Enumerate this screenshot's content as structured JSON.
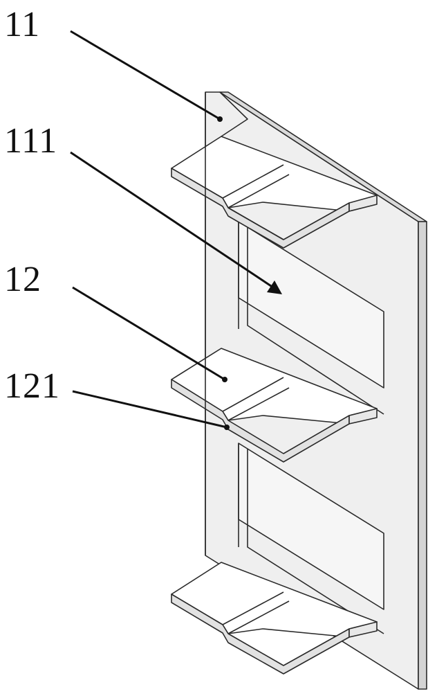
{
  "labels": {
    "part_11": "11",
    "part_111": "111",
    "part_12": "12",
    "part_121": "121"
  },
  "colors": {
    "background": "#ffffff",
    "plate": "#efefef",
    "plate_edge": "#dadada",
    "shelf_top": "#ffffff",
    "shelf_edge": "#e2e2e2",
    "line": "#2a2a2a"
  }
}
